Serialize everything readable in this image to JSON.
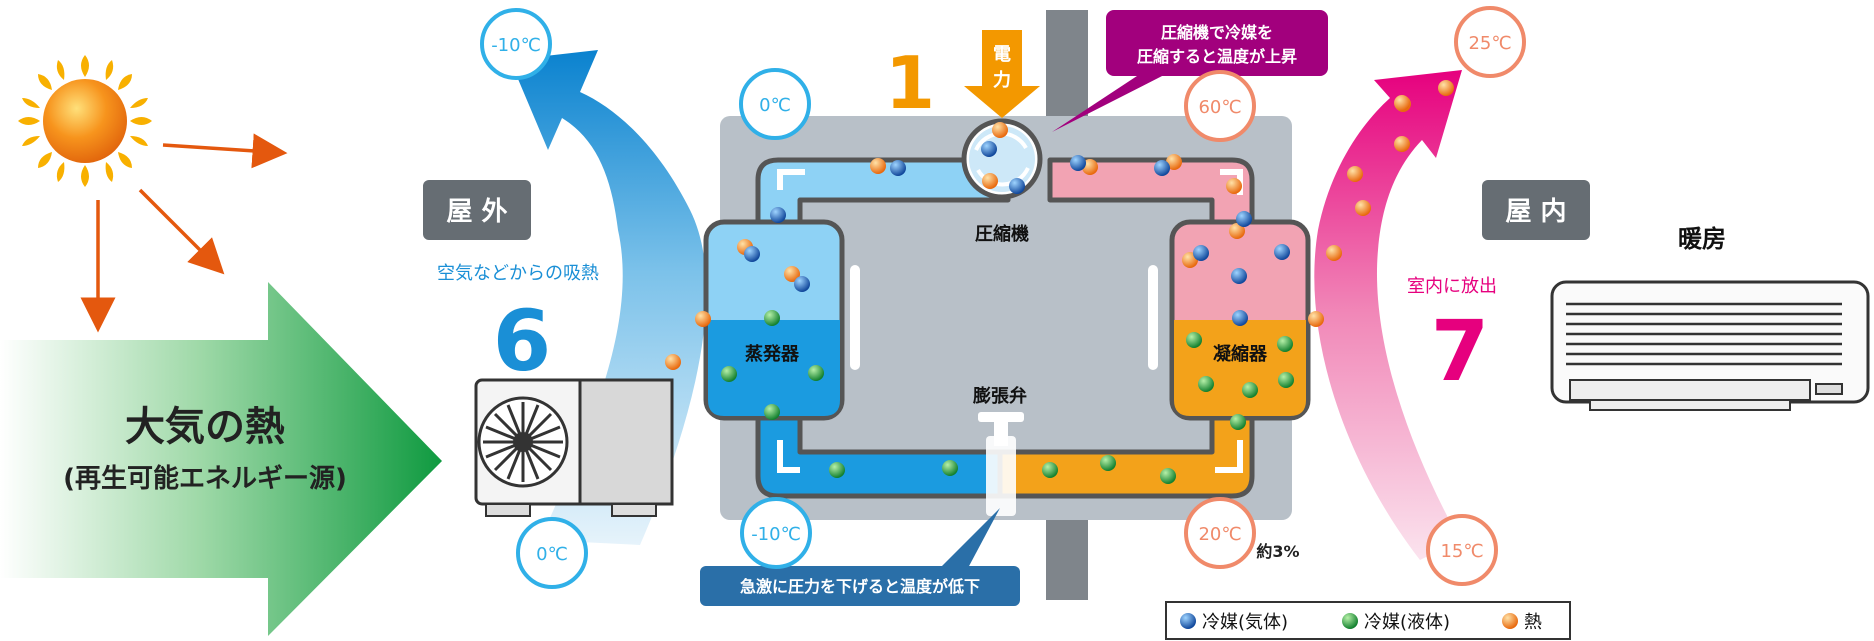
{
  "outside_label": "屋 外",
  "inside_label": "屋 内",
  "heating_label": "暖房",
  "absorb_caption": "空気などからの吸熱",
  "absorb_value": "6",
  "release_caption": "室内に放出",
  "release_value": "7",
  "power_value": "1",
  "power_label_line1": "電",
  "power_label_line2": "力",
  "big_arrow_line1": "大気の熱",
  "big_arrow_line2": "(再生可能エネルギー源)",
  "callout_top_line1": "圧縮機で冷媒を",
  "callout_top_line2": "圧縮すると温度が上昇",
  "callout_bottom": "急激に圧力を下げると温度が低下",
  "compressor_label": "圧縮機",
  "evaporator_label": "蒸発器",
  "condenser_label": "凝縮器",
  "valve_label": "膨張弁",
  "loss_note": "約3%",
  "temps": {
    "out_top": "-10℃",
    "out_bottom": "0℃",
    "loop_top_left": "0℃",
    "loop_top_right": "60℃",
    "loop_bottom_left": "-10℃",
    "loop_bottom_right": "20℃",
    "in_top": "25℃",
    "in_bottom": "15℃"
  },
  "legend": {
    "gas": "冷媒(気体)",
    "liquid": "冷媒(液体)",
    "heat": "熱"
  },
  "colors": {
    "cold_blue": "#1a8fd6",
    "hot_pink": "#e6007e",
    "green": "#1aa34a",
    "orange_dark": "#f39800",
    "callout_purple": "#a2007d",
    "callout_blue": "#2a6fa8",
    "unit_gray": "#b8c0c8"
  }
}
